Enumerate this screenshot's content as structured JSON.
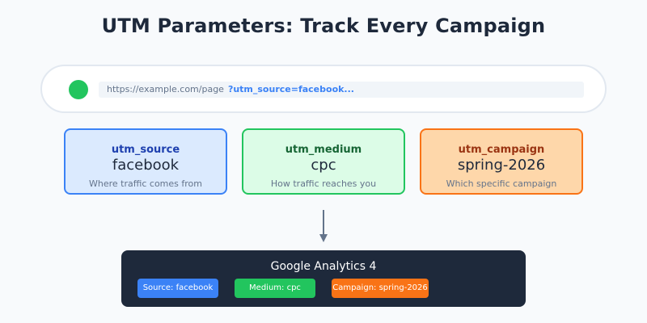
{
  "title": "UTM Parameters: Track Every Campaign",
  "url_bar": {
    "base": "https://example.com/page",
    "query": "?utm_source=facebook..."
  },
  "params": [
    {
      "name": "utm_source",
      "value": "facebook",
      "description": "Where traffic comes from"
    },
    {
      "name": "utm_medium",
      "value": "cpc",
      "description": "How traffic reaches you"
    },
    {
      "name": "utm_campaign",
      "value": "spring-2026",
      "description": "Which specific campaign"
    }
  ],
  "analytics": {
    "title": "Google Analytics 4",
    "chips": [
      {
        "label": "Source: facebook"
      },
      {
        "label": "Medium: cpc"
      },
      {
        "label": "Campaign: spring-2026"
      }
    ]
  },
  "colors": {
    "source": "#3b82f6",
    "medium": "#22c55e",
    "campaign": "#f97316",
    "panel": "#1e293b"
  },
  "icons": {
    "status": "green-dot-icon",
    "flow": "down-arrow-icon"
  }
}
